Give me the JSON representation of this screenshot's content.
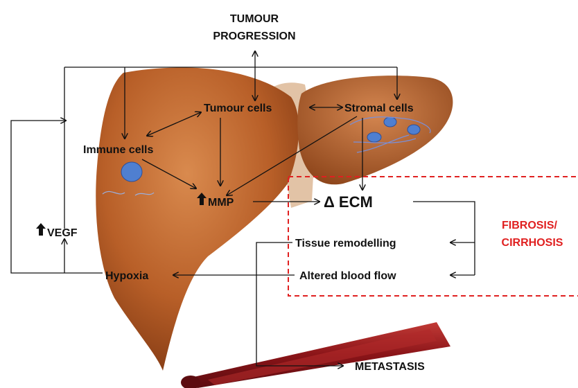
{
  "labels": {
    "tumour_progression_line1": "TUMOUR",
    "tumour_progression_line2": "PROGRESSION",
    "tumour_cells": "Tumour cells",
    "stromal_cells": "Stromal cells",
    "immune_cells": "Immune cells",
    "mmp": "MMP",
    "delta_ecm": "Δ ECM",
    "vegf": "VEGF",
    "tissue_remodelling": "Tissue remodelling",
    "hypoxia": "Hypoxia",
    "altered_blood_flow": "Altered blood flow",
    "fibrosis_line1": "FIBROSIS/",
    "fibrosis_line2": "CIRRHOSIS",
    "metastasis": "METASTASIS"
  },
  "colors": {
    "liver_light": "#c9753c",
    "liver_dark": "#8a3d14",
    "ligament": "#e2c3a6",
    "cell_blue": "#4f7fd0",
    "vessel": "#9c1b1f",
    "fibrosis_red": "#e02020",
    "arrow": "#111111"
  }
}
